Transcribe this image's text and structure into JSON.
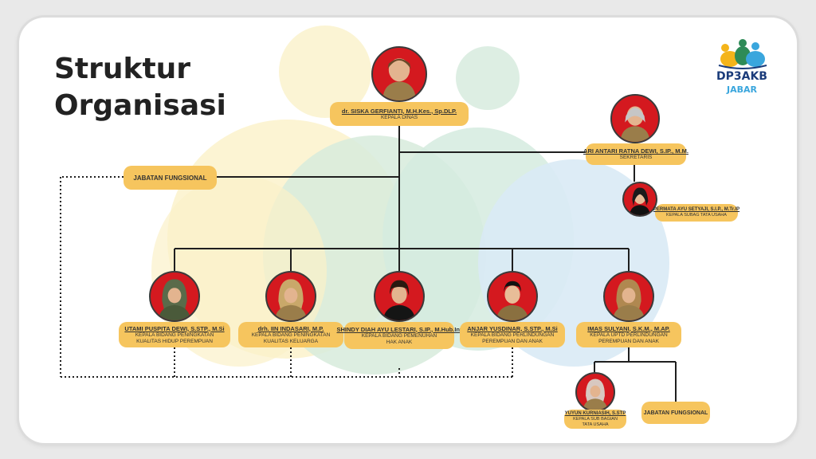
{
  "title": {
    "line1": "Struktur",
    "line2": "Organisasi"
  },
  "logo": {
    "name": "DP3AKB",
    "region": "JABAR"
  },
  "colors": {
    "pill": "#f6c55e",
    "avatar_bg": "#d4191f",
    "line": "#1f1f1f"
  },
  "head": {
    "name": "dr. SISKA GERFIANTI, M.H.Kes., Sp.DLP.",
    "role": "KEPALA DINAS"
  },
  "secretary": {
    "name": "ARI ANTARI RATNA DEWI, S.IP., M.M.",
    "role": "SEKRETARIS"
  },
  "admin": {
    "name": "PERMATA AYU SETYAJI, S.I.P., M.Tr.IP",
    "role": "KEPALA SUBAG  TATA USAHA"
  },
  "functional": {
    "label": "JABATAN FUNGSIONAL"
  },
  "divisions": [
    {
      "name": "UTAMI PUSPITA DEWI, S.STP., M.Si",
      "role": "KEPALA BIDANG PENINGKATAN\nKUALITAS HIDUP PEREMPUAN"
    },
    {
      "name": "drh. IIN INDASARI, M.P.",
      "role": "KEPALA BIDANG PENINGKATAN\nKUALITAS KELUARGA"
    },
    {
      "name": "SHINDY DIAH AYU LESTARI, S.IP., M.Hub.Int",
      "role": "KEPALA BIDANG PEMENUHAN\nHAK ANAK"
    },
    {
      "name": "ANJAR YUSDINAR, S.STP., M.Si",
      "role": "KEPALA BIDANG PERLINDUNGAN\nPEREMPUAN DAN ANAK"
    },
    {
      "name": "IMAS SULYANI, S.K.M., M.AP.",
      "role": "KEPALA UPTD PERLINDUNGAN\nPEREMPUAN DAN ANAK"
    }
  ],
  "uptd_admin": {
    "name": "YUYUN KURNIASIH, S.STP",
    "role": "KEPALA SUB BAGIAN\nTATA USAHA"
  },
  "uptd_functional": {
    "label": "JABATAN FUNGSIONAL"
  }
}
